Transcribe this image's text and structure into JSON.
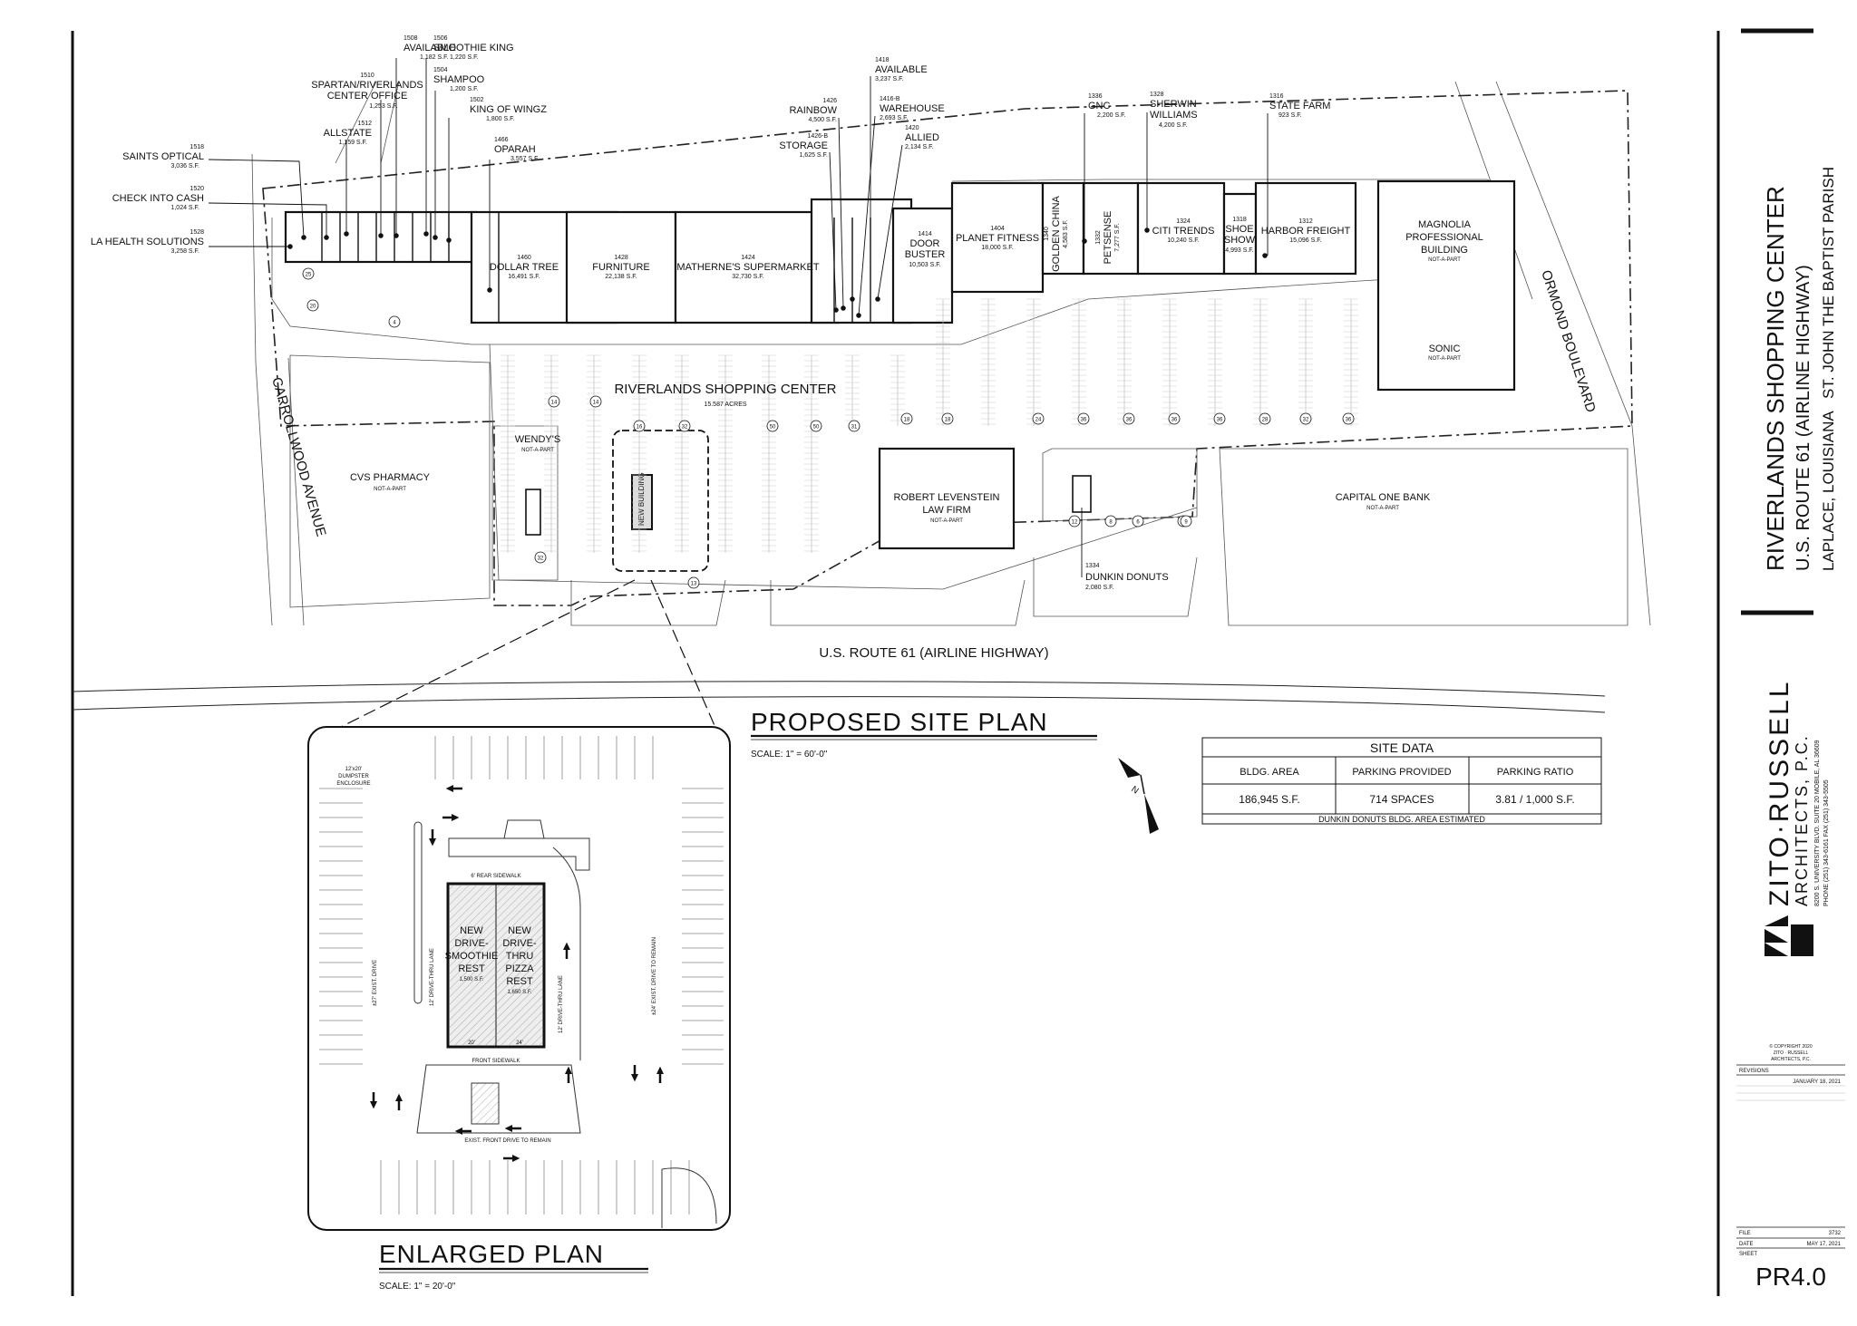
{
  "title_block": {
    "project": "RIVERLANDS SHOPPING CENTER",
    "road": "U.S. ROUTE 61 (AIRLINE HIGHWAY)",
    "location_left": "LAPLACE, LOUISIANA",
    "location_right": "ST. JOHN THE BAPTIST PARISH",
    "firm": "ZITO·RUSSELL",
    "firm_sub": "ARCHITECTS, P.C.",
    "address": "8200 S. UNIVERSITY BLVD. SUITE 20   MOBILE, AL 36609",
    "phone": "PHONE (251) 343-6161    FAX (251) 343-5505",
    "copyright_1": "© COPYRIGHT 2020",
    "copyright_2": "ZITO · RUSSELL",
    "copyright_3": "ARCHITECTS, P.C.",
    "revisions_label": "REVISIONS",
    "revision_date": "JANUARY 18, 2021",
    "file_label": "FILE",
    "file_value": "3732",
    "date_label": "DATE",
    "date_value": "MAY 17, 2021",
    "sheet_label": "SHEET",
    "sheet_number": "PR4.0"
  },
  "site_plan": {
    "title": "PROPOSED SITE PLAN",
    "scale": "SCALE: 1\" = 60'-0\"",
    "center_name": "RIVERLANDS SHOPPING CENTER",
    "acres": "15.587 ACRES",
    "highway": "U.S. ROUTE 61 (AIRLINE HIGHWAY)",
    "street_left": "CARROLLWOOD AVENUE",
    "street_right": "ORMOND BOULEVARD",
    "outparcels": [
      {
        "name": "CVS PHARMACY",
        "note": "NOT-A-PART"
      },
      {
        "name": "WENDY'S",
        "note": "NOT-A-PART"
      },
      {
        "name": "ROBERT LEVENSTEIN",
        "name2": "LAW FIRM",
        "note": "NOT-A-PART"
      },
      {
        "name": "CAPITAL ONE BANK",
        "note": "NOT-A-PART"
      },
      {
        "name": "MAGNOLIA",
        "name2": "PROFESSIONAL",
        "name3": "BUILDING",
        "note": "NOT-A-PART"
      },
      {
        "name": "SONIC",
        "note": "NOT-A-PART"
      }
    ],
    "dunkin": {
      "no": "1334",
      "name": "DUNKIN DONUTS",
      "sf": "2,080 S.F."
    },
    "new_building": "NEW BUILDING",
    "tenants_left": [
      {
        "no": "1508",
        "name": "AVAILABLE",
        "sf": "1,182 S.F."
      },
      {
        "no": "1506",
        "name": "SMOOTHIE KING",
        "sf": "1,220 S.F."
      },
      {
        "no": "1510",
        "name": "SPARTAN/RIVERLANDS",
        "name2": "CENTER OFFICE",
        "sf": "1,253 S.F."
      },
      {
        "no": "1504",
        "name": "SHAMPOO",
        "sf": "1,200 S.F."
      },
      {
        "no": "1502",
        "name": "KING OF WINGZ",
        "sf": "1,800 S.F."
      },
      {
        "no": "1512",
        "name": "ALLSTATE",
        "sf": "1,159 S.F."
      },
      {
        "no": "1466",
        "name": "OPARAH",
        "sf": "3,557 S.F."
      },
      {
        "no": "1518",
        "name": "SAINTS OPTICAL",
        "sf": "3,036 S.F."
      },
      {
        "no": "1520",
        "name": "CHECK INTO CASH",
        "sf": "1,024 S.F."
      },
      {
        "no": "1528",
        "name": "LA HEALTH SOLUTIONS",
        "sf": "3,258 S.F."
      }
    ],
    "tenants_mid": [
      {
        "no": "1418",
        "name": "AVAILABLE",
        "sf": "3,237 S.F."
      },
      {
        "no": "1426",
        "name": "RAINBOW",
        "sf": "4,500 S.F."
      },
      {
        "no": "1416-B",
        "name": "WAREHOUSE",
        "sf": "2,693 S.F."
      },
      {
        "no": "1426-B",
        "name": "STORAGE",
        "sf": "1,625 S.F."
      },
      {
        "no": "1420",
        "name": "ALLIED",
        "sf": "2,134 S.F."
      }
    ],
    "tenants_right": [
      {
        "no": "1336",
        "name": "GNC",
        "sf": "2,200 S.F."
      },
      {
        "no": "1328",
        "name": "SHERWIN",
        "name2": "WILLIAMS",
        "sf": "4,200 S.F."
      },
      {
        "no": "1316",
        "name": "STATE FARM",
        "sf": "923 S.F."
      }
    ],
    "anchors": [
      {
        "no": "1460",
        "name": "DOLLAR TREE",
        "sf": "16,491 S.F."
      },
      {
        "no": "1428",
        "name": "FURNITURE",
        "sf": "22,138 S.F."
      },
      {
        "no": "1424",
        "name": "MATHERNE'S SUPERMARKET",
        "sf": "32,730 S.F."
      },
      {
        "no": "1414",
        "name": "DOOR",
        "name2": "BUSTER",
        "sf": "10,503 S.F."
      },
      {
        "no": "1404",
        "name": "PLANET FITNESS",
        "sf": "18,000 S.F."
      },
      {
        "no": "1340",
        "name": "GOLDEN CHINA",
        "sf": "4,583 S.F."
      },
      {
        "no": "1332",
        "name": "PETSENSE",
        "sf": "7,277 S.F."
      },
      {
        "no": "1324",
        "name": "CITI TRENDS",
        "sf": "10,240 S.F."
      },
      {
        "no": "1318",
        "name": "SHOE",
        "name2": "SHOW",
        "sf": "4,993 S.F."
      },
      {
        "no": "1312",
        "name": "HARBOR FREIGHT",
        "sf": "15,096 S.F."
      }
    ],
    "parking_counts": [
      "14",
      "14",
      "16",
      "32",
      "50",
      "50",
      "31",
      "18",
      "18",
      "24",
      "36",
      "36",
      "36",
      "36",
      "28",
      "32",
      "36",
      "8",
      "6",
      "12",
      "9",
      "13",
      "25",
      "20",
      "4",
      "12",
      "32"
    ]
  },
  "site_data": {
    "title": "SITE DATA",
    "headers": [
      "BLDG. AREA",
      "PARKING PROVIDED",
      "PARKING RATIO"
    ],
    "values": [
      "186,945 S.F.",
      "714 SPACES",
      "3.81 / 1,000 S.F."
    ],
    "note": "DUNKIN DONUTS BLDG. AREA ESTIMATED"
  },
  "enlarged_plan": {
    "title": "ENLARGED PLAN",
    "scale": "SCALE: 1\" = 20'-0\"",
    "dumpster": "12'x20'",
    "dumpster2": "DUMPSTER",
    "dumpster3": "ENCLOSURE",
    "rear_sidewalk": "6' REAR SIDEWALK",
    "front_sidewalk": "FRONT SIDEWALK",
    "front_drive": "EXIST. FRONT DRIVE TO REMAIN",
    "left_drive": "±27' EXIST. DRIVE",
    "right_drive": "±24' EXIST. DRIVE TO REMAIN",
    "lane_left": "12' DRIVE-THRU LANE",
    "lane_right": "12' DRIVE-THRU LANE",
    "unit_a": [
      "NEW",
      "DRIVE-",
      "SMOOTHIE",
      "REST"
    ],
    "unit_a_sf": "1,500 S.F.",
    "unit_b": [
      "NEW",
      "DRIVE-",
      "THRU",
      "PIZZA",
      "REST"
    ],
    "unit_b_sf": "1,650 S.F.",
    "dim_a": "20'",
    "dim_b": "24'"
  }
}
